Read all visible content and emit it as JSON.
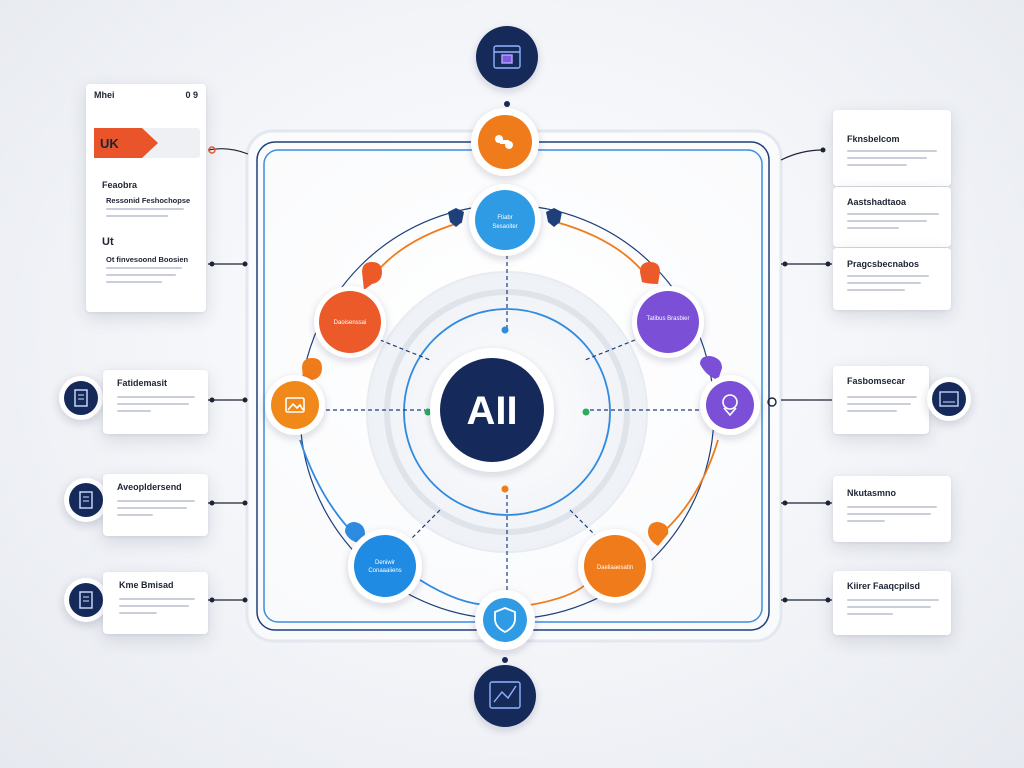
{
  "center": {
    "label": "AII"
  },
  "top_node": {
    "lines": [
      "Ftiabr",
      "Sesaoiter"
    ]
  },
  "left_node": {
    "label": "Daoisenssai"
  },
  "right_node": {
    "label": "Tatibus Brasbier"
  },
  "bottom_left_node": {
    "lines": [
      "Deniwir",
      "Conaaaiiens"
    ]
  },
  "bottom_right_node": {
    "label": "Daeliaaesatin"
  },
  "top_left_card": {
    "brand": "Mhei",
    "corner": "0 9",
    "logo": "UK",
    "heading": "Feaobra",
    "subtitle": "Ressonid Feshochopse",
    "section": "Ut",
    "section_title": "Ot finvesoond Boosien"
  },
  "left_cards": [
    {
      "title": "Fatidemasit"
    },
    {
      "title": "Aveopldersend"
    },
    {
      "title": "Kme Bmisad"
    }
  ],
  "right_cards_top": [
    {
      "title": "Fknsbelcom"
    },
    {
      "title": "Aastshadtaoa"
    },
    {
      "title": "Pragcsbecnabos"
    }
  ],
  "right_cards": [
    {
      "title": "Fasbomsecar"
    },
    {
      "title": "Nkutasmno"
    },
    {
      "title": "Kiirer Faaqcpilsd"
    }
  ],
  "colors": {
    "navy": "#15295a",
    "blue": "#2f9be5",
    "orange": "#f07b1a",
    "red_orange": "#ec5a2a",
    "purple": "#7b4fd6"
  },
  "icons": [
    "calendar-icon",
    "puzzle-icon",
    "image-icon",
    "location-icon",
    "shield-icon",
    "chart-icon",
    "document-icon"
  ]
}
